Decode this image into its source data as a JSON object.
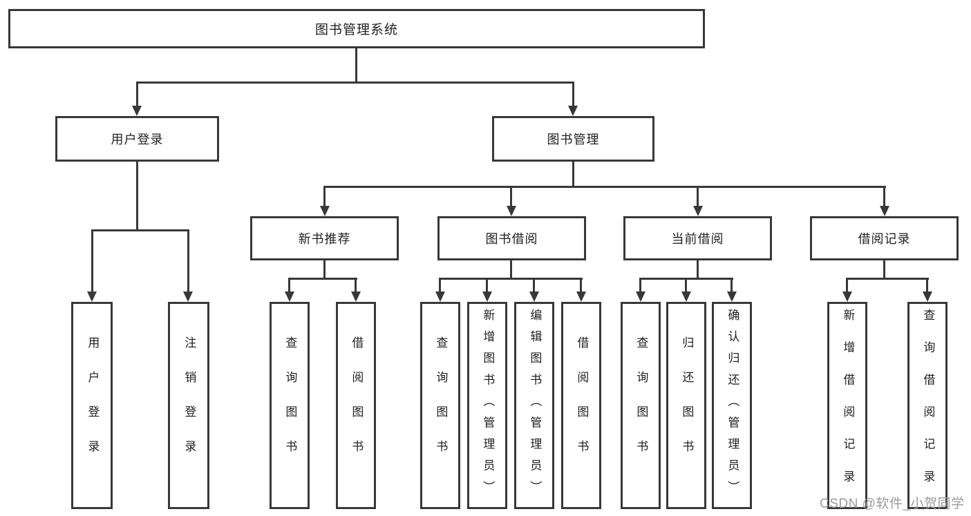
{
  "colors": {
    "line": "#383838",
    "box_bg": "#ffffff",
    "text": "#212121",
    "watermark": "#9a9a9e"
  },
  "nodes": {
    "root": {
      "label": "图书管理系统"
    },
    "level2": {
      "user_login": {
        "label": "用户登录"
      },
      "book_management": {
        "label": "图书管理"
      }
    },
    "level3": {
      "new_book_recommend": {
        "label": "新书推荐"
      },
      "book_borrow": {
        "label": "图书借阅"
      },
      "current_borrow": {
        "label": "当前借阅"
      },
      "borrow_records": {
        "label": "借阅记录"
      }
    },
    "leaves": {
      "user_login_login": {
        "label": "用户登录"
      },
      "user_login_logout": {
        "label": "注销登录"
      },
      "new_book_query": {
        "label": "查询图书"
      },
      "new_book_borrow": {
        "label": "借阅图书"
      },
      "borrow_query": {
        "label": "查询图书"
      },
      "borrow_add_admin": {
        "label": "新增图书（管理员）"
      },
      "borrow_edit_admin": {
        "label": "编辑图书（管理员）"
      },
      "borrow_borrow": {
        "label": "借阅图书"
      },
      "current_query": {
        "label": "查询图书"
      },
      "current_return": {
        "label": "归还图书"
      },
      "current_confirm_admin": {
        "label": "确认归还（管理员）"
      },
      "record_add": {
        "label": "新增借阅记录"
      },
      "record_query": {
        "label": "查询借阅记录"
      }
    }
  },
  "watermark": {
    "text": "CSDN @软件_小贺同学"
  }
}
